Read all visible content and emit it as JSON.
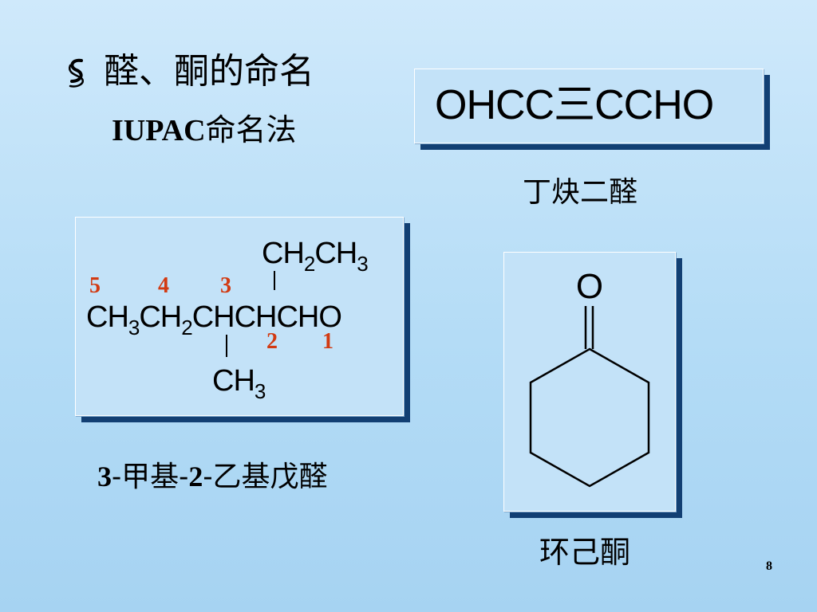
{
  "slide": {
    "bullet_icon": "scroll-bullet-icon",
    "title": "醛、酮的命名",
    "subtitle_latin": "IUPAC",
    "subtitle_cn": "命名法",
    "page_number": "8"
  },
  "example1": {
    "formula": "OHCC三CCHO",
    "name": "丁炔二醛"
  },
  "example2": {
    "top_branch": {
      "p1": "CH",
      "s1": "2",
      "p2": "CH",
      "s2": "3"
    },
    "main_chain": {
      "p1": "CH",
      "s1": "3",
      "p2": "CH",
      "s2": "2",
      "p3": "CHCHCHO"
    },
    "bottom_branch": {
      "p1": "CH",
      "s1": "3"
    },
    "numbers": [
      "5",
      "4",
      "3",
      "2",
      "1"
    ],
    "name_parts": [
      "3",
      "-甲基-",
      "2",
      "-乙基戊醛"
    ],
    "number_color": "#d23a12"
  },
  "example3": {
    "carbonyl_oxygen": "O",
    "name": "环己酮"
  }
}
